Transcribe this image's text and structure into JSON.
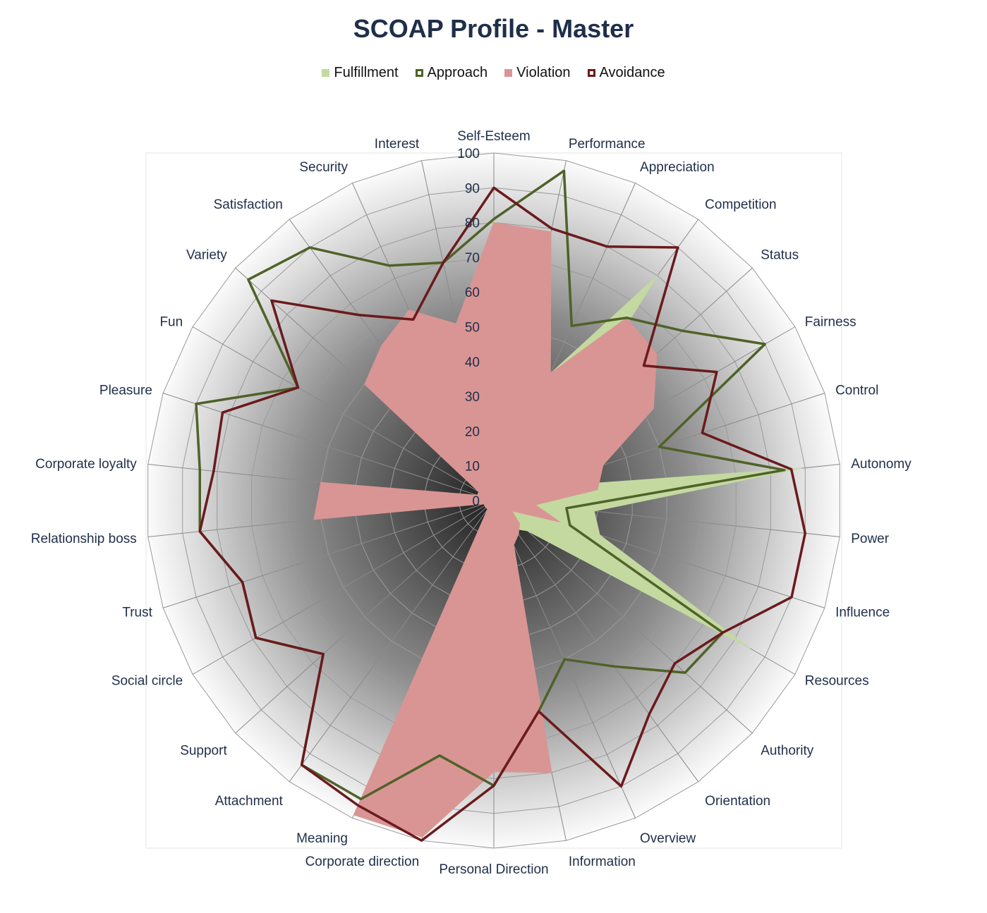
{
  "chart_data": {
    "type": "radar",
    "title": "SCOAP Profile - Master",
    "legend_position": "top",
    "rmin": 0,
    "rmax": 100,
    "ticks": [
      "0",
      "10",
      "20",
      "30",
      "40",
      "50",
      "60",
      "70",
      "80",
      "90",
      "100"
    ],
    "tick_values": [
      0,
      10,
      20,
      30,
      40,
      50,
      60,
      70,
      80,
      90,
      100
    ],
    "categories": [
      "Self-Esteem",
      "Performance",
      "Appreciation",
      "Competition",
      "Status",
      "Fairness",
      "Control",
      "Autonomy",
      "Power",
      "Influence",
      "Resources",
      "Authority",
      "Orientation",
      "Overview",
      "Information",
      "Personal Direction",
      "Corporate direction",
      "Meaning",
      "Attachment",
      "Support",
      "Social circle",
      "Trust",
      "Relationship boss",
      "Corporate loyalty",
      "Pleasure",
      "Fun",
      "Variety",
      "Satisfaction",
      "Security",
      "Interest"
    ],
    "series": [
      {
        "name": "Fulfillment",
        "color": "#c4d9a0",
        "style": "fill",
        "values": [
          81,
          62,
          40,
          80,
          20,
          30,
          12,
          89,
          29,
          32,
          85,
          13,
          10,
          10,
          15,
          3,
          3,
          3,
          3,
          3,
          3,
          3,
          3,
          5,
          3,
          3,
          10,
          15,
          15,
          15
        ]
      },
      {
        "name": "Violation",
        "color": "#d99594",
        "style": "fill",
        "values": [
          80,
          79,
          40,
          65,
          63,
          53,
          33,
          30,
          12,
          20,
          6,
          10,
          12,
          14,
          80,
          78,
          99,
          99,
          3,
          3,
          3,
          3,
          52,
          50,
          5,
          5,
          50,
          55,
          60,
          52
        ]
      },
      {
        "name": "Approach",
        "color": "#4f6228",
        "style": "line",
        "values": [
          81,
          97,
          55,
          65,
          73,
          90,
          50,
          84,
          21,
          23,
          76,
          74,
          59,
          50,
          62,
          82,
          75,
          94,
          94,
          66,
          79,
          76,
          85,
          85,
          90,
          65,
          95,
          90,
          74,
          70
        ]
      },
      {
        "name": "Avoidance",
        "color": "#6b1a1d",
        "style": "line",
        "values": [
          90,
          80,
          80,
          90,
          58,
          74,
          63,
          86,
          90,
          90,
          76,
          70,
          76,
          90,
          62,
          82,
          100,
          96,
          94,
          66,
          79,
          76,
          85,
          81,
          82,
          65,
          86,
          66,
          57,
          70
        ]
      }
    ]
  },
  "legend": [
    {
      "label": "Fulfillment",
      "color": "#c4d9a0",
      "style": "fill"
    },
    {
      "label": "Approach",
      "color": "#4f6228",
      "style": "outline"
    },
    {
      "label": "Violation",
      "color": "#d99594",
      "style": "fill"
    },
    {
      "label": "Avoidance",
      "color": "#6b1a1d",
      "style": "outline"
    }
  ]
}
